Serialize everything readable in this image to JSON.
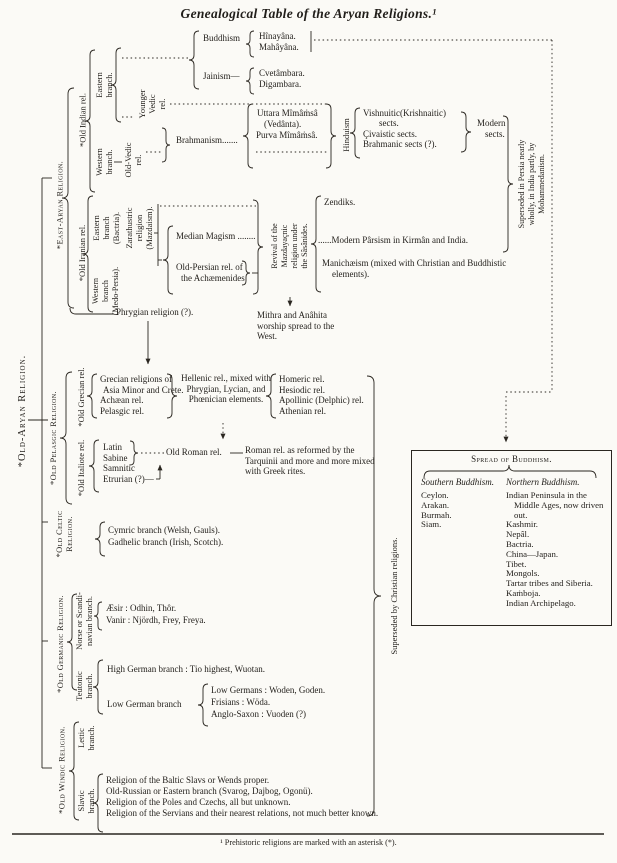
{
  "title": "Genealogical Table of the Aryan Religions.¹",
  "footnote": "¹ Prehistoric religions are marked with an asterisk (*).",
  "root": {
    "label": "*Old-Aryan Religion."
  },
  "east_aryan": {
    "label": "*East-Aryan Religion.",
    "old_indian": {
      "label": "*Old Indian rel."
    },
    "eastern_branch": {
      "lines": [
        "Eastern",
        "branch."
      ]
    },
    "western_branch": {
      "lines": [
        "Western",
        "branch."
      ]
    },
    "younger_vedic": {
      "lines": [
        "Younger",
        "Vedic",
        "rel."
      ]
    },
    "old_vedic": {
      "lines": [
        "Old-Vedic",
        "rel."
      ]
    },
    "buddhism": {
      "label": "Buddhism",
      "sects": [
        "Hînayâna.",
        "Mahâyâna."
      ]
    },
    "jainism": {
      "label": "Jainism—",
      "sects": [
        "Cvetâmbara.",
        "Digambara."
      ]
    },
    "brahmanism": {
      "label": "Brahmanism.......",
      "schools": [
        "Uttara Mîmâṁsâ",
        "(Vedânta).",
        "Purva Mîmâṁsâ."
      ]
    },
    "hinduism": {
      "label": "Hinduism",
      "sects": [
        "Vishnuitic(Krishnaitic)",
        "sects.",
        "Çivaistic sects.",
        "Brahmanic sects (?)."
      ],
      "modern": [
        "Modern",
        "sects."
      ]
    },
    "superseded_persia": [
      "Superseded in Persia nearly",
      "wholly, in India partly, by",
      "Mohammedanism."
    ],
    "old_iranian": {
      "label": "*Old Iranian rel."
    },
    "eastern_bactria": {
      "lines": [
        "Eastern",
        "branch",
        "(Bactria)."
      ]
    },
    "zarathustric": {
      "lines": [
        "Zarathustric",
        "religion",
        "(Mazdaism)."
      ]
    },
    "western_medo": {
      "lines": [
        "Western",
        "branch",
        "(Medo-Persia)."
      ]
    },
    "median_magism": "Median Magism ........",
    "old_persian": [
      "Old-Persian rel. of",
      "the Achæmenides"
    ],
    "revival": [
      "Revival of the",
      "Mazdayaçnic",
      "religion under",
      "the Sâsânides."
    ],
    "zendiks": "Zendiks.",
    "modern_parsism": "......Modern Pârsism in Kirmân and India.",
    "manichaeism": "Manichæism (mixed with Christian and Buddhistic elements).",
    "mithra": "Mithra and Anâhita worship spread to the West.",
    "phrygian": "Phrygian religion (?)."
  },
  "pelasgic": {
    "label": "*Old Pelasgic Religion.",
    "old_grecian": {
      "label": "*Old Grecian rel.",
      "group": [
        "Grecian religions of",
        "Asia Minor and Crete.",
        "Achæan rel.",
        "Pelasgic rel."
      ],
      "hellenic": "Hellenic rel., mixed with Phrygian, Lycian, and Phœnician elements.",
      "rels": [
        "Homeric rel.",
        "Hesiodic rel.",
        "Apollinic (Delphic) rel.",
        "Athenian rel."
      ]
    },
    "old_italiote": {
      "label": "*Old Italiote rel.",
      "group": [
        "Latin",
        "Sabine",
        "Samnitic",
        "Etrurian (?)—"
      ],
      "old_roman": "Old Roman rel.",
      "reformed": "Roman rel. as reformed by the Tarquinii and more and more mixed with Greek rites."
    }
  },
  "celtic": {
    "label": [
      "*Old Celtic",
      "Religion."
    ],
    "branches": [
      "Cymric branch (Welsh, Gauls).",
      "Gadhelic branch (Irish, Scotch)."
    ]
  },
  "germanic": {
    "label": "*Old Germanic Religion.",
    "norse": {
      "lines": [
        "Norse or Scandi-",
        "navian branch."
      ],
      "gods": [
        "Æsir : Odhin, Thôr.",
        "Vanir : Njördh, Frey, Freya."
      ]
    },
    "teutonic": {
      "lines": [
        "Teutonic",
        "branch."
      ],
      "high": "High German branch :  Tio highest, Wuotan.",
      "low_label": "Low German branch",
      "low": [
        "Low Germans :  Woden, Goden.",
        "Frisians :  Wöda.",
        "Anglo-Saxon :  Vuoden (?)"
      ]
    }
  },
  "windic": {
    "label": "*Old Windic Religion.",
    "lettic": [
      "Lettic",
      "branch."
    ],
    "slavic": [
      "Slavic",
      "branch."
    ],
    "branches": [
      "Religion of the Baltic Slavs or Wends proper.",
      "Old-Russian or Eastern branch (Svarog, Dajbog, Ogonü).",
      "Religion of the Poles and Czechs, all but unknown.",
      "Religion of the Servians and their nearest relations, not much better known."
    ]
  },
  "superseded_christian": "Superseded by Christian religions.",
  "spread_box": {
    "header": "Spread of Buddhism.",
    "southern_header": "Southern Buddhism.",
    "northern_header": "Northern Buddhism.",
    "southern": [
      "Ceylon.",
      "Arakan.",
      "Burmah.",
      "Siam."
    ],
    "northern": [
      "Indian Peninsula in the Middle Ages, now driven out.",
      "Kashmir.",
      "Nepâl.",
      "Bactria.",
      "China—Japan.",
      "Tibet.",
      "Mongols.",
      "Tartar tribes and Siberia.",
      "Kaṁboja.",
      "Indian Archipelago."
    ]
  },
  "colors": {
    "ink": "#2a2620",
    "paper": "#fbfaf6"
  }
}
